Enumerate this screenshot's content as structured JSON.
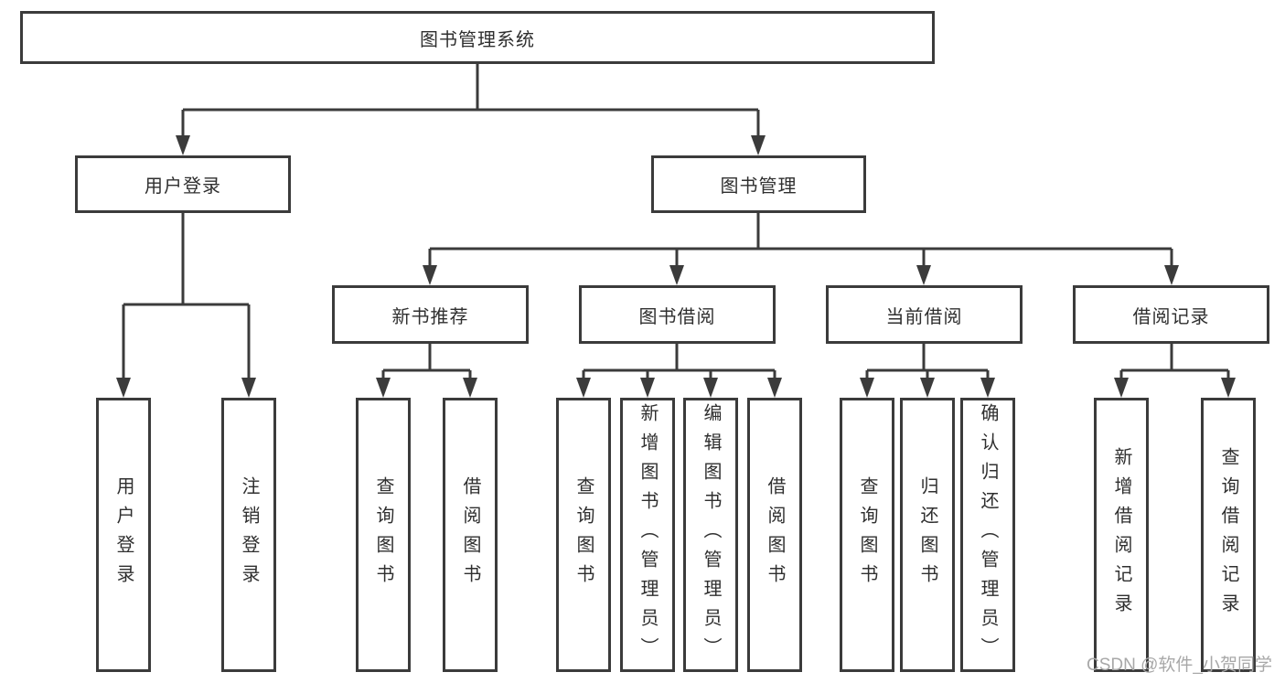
{
  "diagram": {
    "root": {
      "label": "图书管理系统"
    },
    "level1": [
      {
        "label": "用户登录"
      },
      {
        "label": "图书管理"
      }
    ],
    "level2": [
      {
        "label": "新书推荐"
      },
      {
        "label": "图书借阅"
      },
      {
        "label": "当前借阅"
      },
      {
        "label": "借阅记录"
      }
    ],
    "leaves": [
      {
        "label": "用户登录"
      },
      {
        "label": "注销登录"
      },
      {
        "label": "查询图书"
      },
      {
        "label": "借阅图书"
      },
      {
        "label": "查询图书"
      },
      {
        "label": "新增图书（管理员）"
      },
      {
        "label": "编辑图书（管理员）"
      },
      {
        "label": "借阅图书"
      },
      {
        "label": "查询图书"
      },
      {
        "label": "归还图书"
      },
      {
        "label": "确认归还（管理员）"
      },
      {
        "label": "新增借阅记录"
      },
      {
        "label": "查询借阅记录"
      }
    ]
  },
  "colors": {
    "line": "#3b3b3b",
    "text": "#2f2f2f",
    "watermark": "#a8a8a8"
  },
  "watermark": {
    "text": "CSDN @软件_小贺同学"
  }
}
